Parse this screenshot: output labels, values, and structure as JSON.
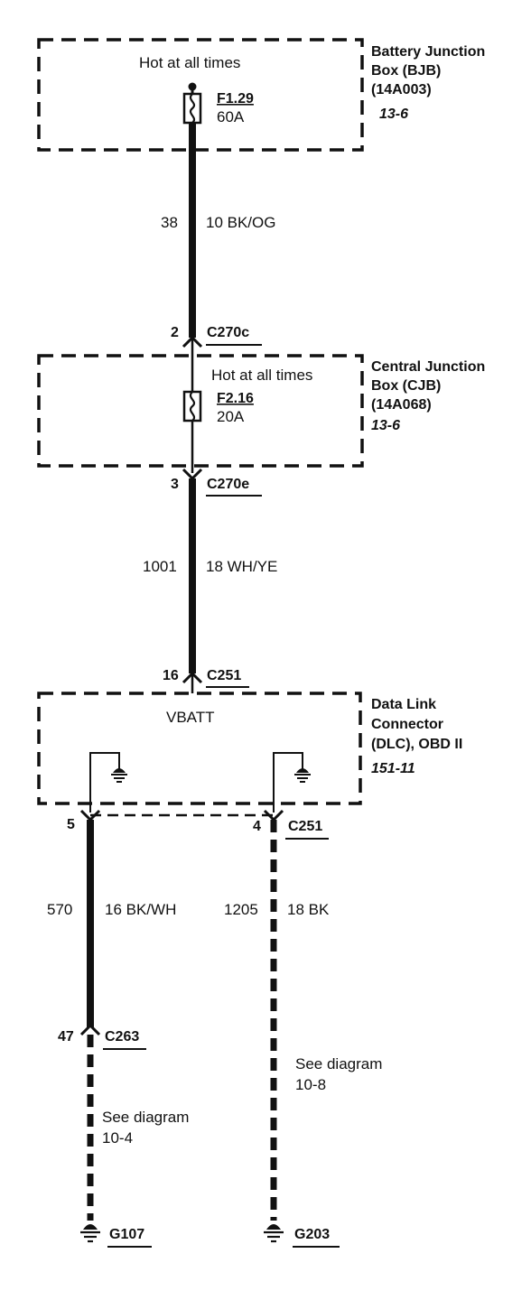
{
  "bjb": {
    "title_lines": [
      "Battery Junction",
      "Box (BJB)",
      "(14A003)"
    ],
    "ref": "13-6",
    "hot_label": "Hot at all times",
    "fuse_id": "F1.29",
    "fuse_rating": "60A"
  },
  "wire_bjb_cjb": {
    "circuit": "38",
    "spec": "10  BK/OG"
  },
  "conn_c270c": {
    "pin": "2",
    "name": "C270c"
  },
  "cjb": {
    "title_lines": [
      "Central Junction",
      "Box (CJB)",
      "(14A068)"
    ],
    "ref": "13-6",
    "hot_label": "Hot at all times",
    "fuse_id": "F2.16",
    "fuse_rating": "20A"
  },
  "conn_c270e": {
    "pin": "3",
    "name": "C270e"
  },
  "wire_cjb_dlc": {
    "circuit": "1001",
    "spec": "18  WH/YE"
  },
  "conn_c251_top": {
    "pin": "16",
    "name": "C251"
  },
  "dlc": {
    "title_lines": [
      "Data Link",
      "Connector",
      "(DLC), OBD II"
    ],
    "ref": "151-11",
    "vbatt_label": "VBATT"
  },
  "conn_c251_left": {
    "pin": "5"
  },
  "conn_c251_right": {
    "pin": "4",
    "name": "C251"
  },
  "wire_left": {
    "circuit": "570",
    "spec": "16  BK/WH"
  },
  "wire_right": {
    "circuit": "1205",
    "spec": "18  BK"
  },
  "conn_c263": {
    "pin": "47",
    "name": "C263"
  },
  "see_left": {
    "line1": "See diagram",
    "line2": "10-4"
  },
  "see_right": {
    "line1": "See diagram",
    "line2": "10-8"
  },
  "ground_left": {
    "name": "G107"
  },
  "ground_right": {
    "name": "G203"
  }
}
